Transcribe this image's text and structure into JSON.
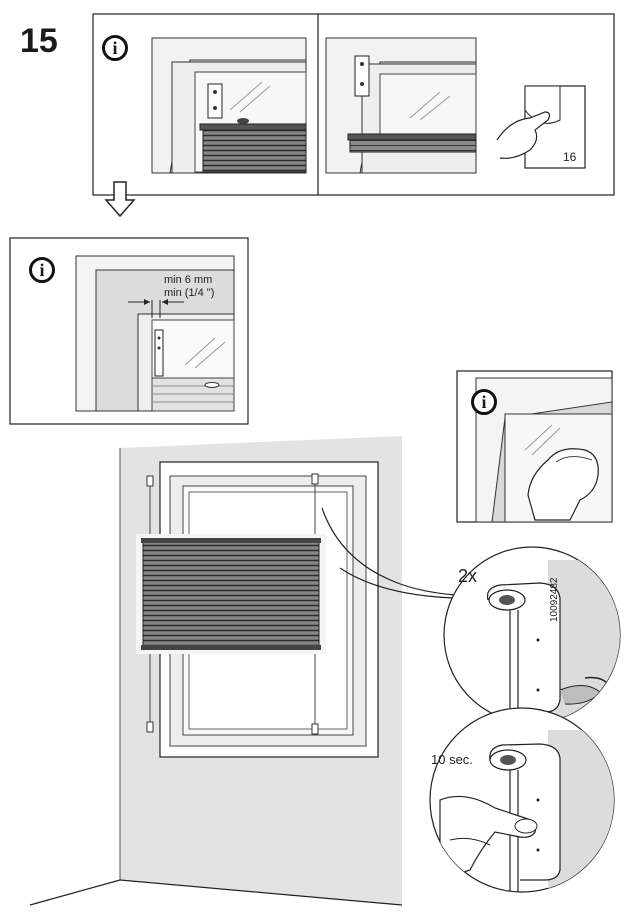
{
  "step": {
    "number": "15"
  },
  "icons": {
    "info": "i"
  },
  "panel_top": {
    "page_ref": "16"
  },
  "panel_clearance": {
    "min_mm": "min 6 mm",
    "min_in": "min (1/4 \")"
  },
  "detail_bracket": {
    "quantity": "2x",
    "part_number": "10092482"
  },
  "detail_press": {
    "duration": "10 sec."
  }
}
